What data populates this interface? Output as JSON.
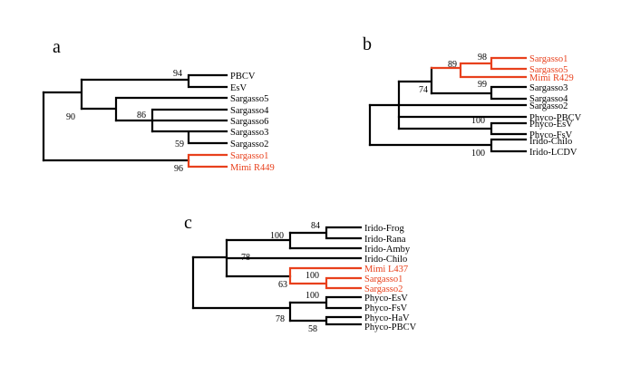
{
  "colors": {
    "highlight": "#e8401c",
    "default": "#000000"
  },
  "panels": [
    {
      "letter": "a",
      "leaves": [
        {
          "label": "PBCV",
          "hl": false
        },
        {
          "label": "EsV",
          "hl": false
        },
        {
          "label": "Sargasso5",
          "hl": false
        },
        {
          "label": "Sargasso4",
          "hl": false
        },
        {
          "label": "Sargasso6",
          "hl": false
        },
        {
          "label": "Sargasso3",
          "hl": false
        },
        {
          "label": "Sargasso2",
          "hl": false
        },
        {
          "label": "Sargasso1",
          "hl": true
        },
        {
          "label": "Mimi R449",
          "hl": true
        }
      ],
      "bootstraps": [
        "94",
        "90",
        "86",
        "59",
        "96"
      ]
    },
    {
      "letter": "b",
      "leaves": [
        {
          "label": "Sargasso1",
          "hl": true
        },
        {
          "label": "Sargasso5",
          "hl": true
        },
        {
          "label": "Mimi R429",
          "hl": true
        },
        {
          "label": "Sargasso3",
          "hl": false
        },
        {
          "label": "Sargasso4",
          "hl": false
        },
        {
          "label": "Sargasso2",
          "hl": false
        },
        {
          "label": "Phyco-PBCV",
          "hl": false
        },
        {
          "label": "Phyco-EsV",
          "hl": false
        },
        {
          "label": "Phyco-FsV",
          "hl": false
        },
        {
          "label": "Irido-Chilo",
          "hl": false
        },
        {
          "label": "Irido-LCDV",
          "hl": false
        }
      ],
      "bootstraps": [
        "98",
        "89",
        "99",
        "74",
        "100",
        "100"
      ]
    },
    {
      "letter": "c",
      "leaves": [
        {
          "label": "Irido-Frog",
          "hl": false
        },
        {
          "label": "Irido-Rana",
          "hl": false
        },
        {
          "label": "Irido-Amby",
          "hl": false
        },
        {
          "label": "Irido-Chilo",
          "hl": false
        },
        {
          "label": "Mimi L437",
          "hl": true
        },
        {
          "label": "Sargasso1",
          "hl": true
        },
        {
          "label": "Sargasso2",
          "hl": true
        },
        {
          "label": "Phyco-EsV",
          "hl": false
        },
        {
          "label": "Phyco-FsV",
          "hl": false
        },
        {
          "label": "Phyco-HaV",
          "hl": false
        },
        {
          "label": "Phyco-PBCV",
          "hl": false
        }
      ],
      "bootstraps": [
        "84",
        "100",
        "78",
        "100",
        "63",
        "100",
        "78",
        "58"
      ]
    }
  ]
}
